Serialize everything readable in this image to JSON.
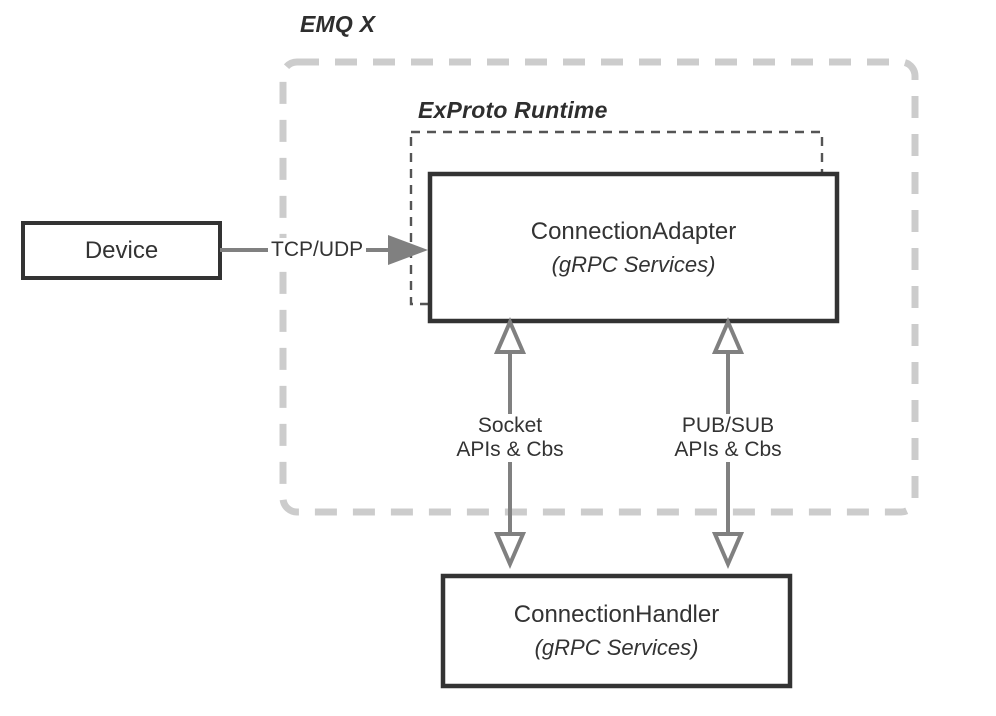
{
  "diagram": {
    "title_outer": "EMQ X",
    "title_inner": "ExProto Runtime",
    "colors": {
      "box_stroke": "#333333",
      "box_fill": "#ffffff",
      "outer_dashed": "#cccccc",
      "inner_dashed": "#555555",
      "arrow_gray": "#808080",
      "text": "#333333"
    },
    "nodes": [
      {
        "id": "device",
        "title": "Device",
        "subtitle": ""
      },
      {
        "id": "connection-adapter",
        "title": "ConnectionAdapter",
        "subtitle": "(gRPC Services)"
      },
      {
        "id": "connection-handler",
        "title": "ConnectionHandler",
        "subtitle": "(gRPC Services)"
      }
    ],
    "edges": [
      {
        "id": "device-to-adapter",
        "label": "TCP/UDP",
        "style": "solid-arrow-right"
      },
      {
        "id": "socket-apis",
        "label_line1": "Socket",
        "label_line2": "APIs & Cbs",
        "style": "double-headed-vertical"
      },
      {
        "id": "pubsub-apis",
        "label_line1": "PUB/SUB",
        "label_line2": "APIs & Cbs",
        "style": "double-headed-vertical"
      }
    ]
  }
}
